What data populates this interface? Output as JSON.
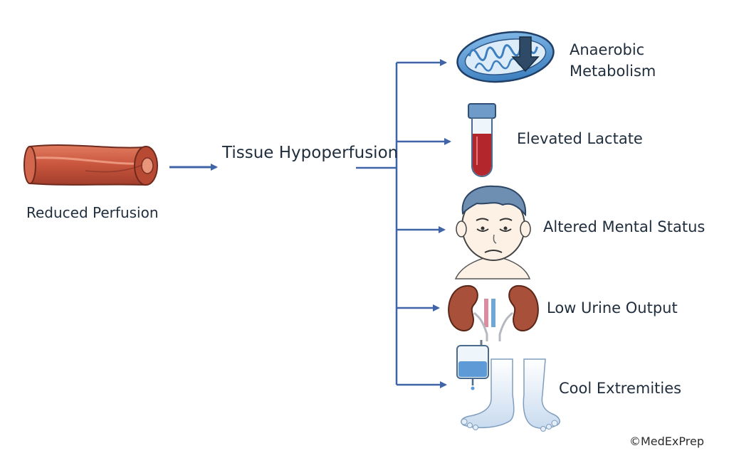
{
  "source_label": "Reduced Perfusion",
  "middle_label": "Tissue Hypoperfusion",
  "outcomes": [
    {
      "label_line1": "Anaerobic",
      "label_line2": "Metabolism",
      "icon": "mitochondrion-icon"
    },
    {
      "label": "Elevated Lactate",
      "icon": "blood-tube-icon"
    },
    {
      "label": "Altered Mental Status",
      "icon": "confused-person-icon"
    },
    {
      "label": "Low Urine Output",
      "icon": "kidney-icon"
    },
    {
      "label": "Cool Extremities",
      "icon": "cold-feet-icon"
    }
  ],
  "copyright": "©MedExPrep",
  "colors": {
    "arrow": "#3f64a8",
    "text": "#1f2d3d",
    "vessel": "#c8553d",
    "mito": "#5b9bd5",
    "blood": "#b3262b",
    "kidney": "#a9503a",
    "feet": "#d6e4f4",
    "skin": "#fdf1e6",
    "hair": "#6f8fb2"
  }
}
